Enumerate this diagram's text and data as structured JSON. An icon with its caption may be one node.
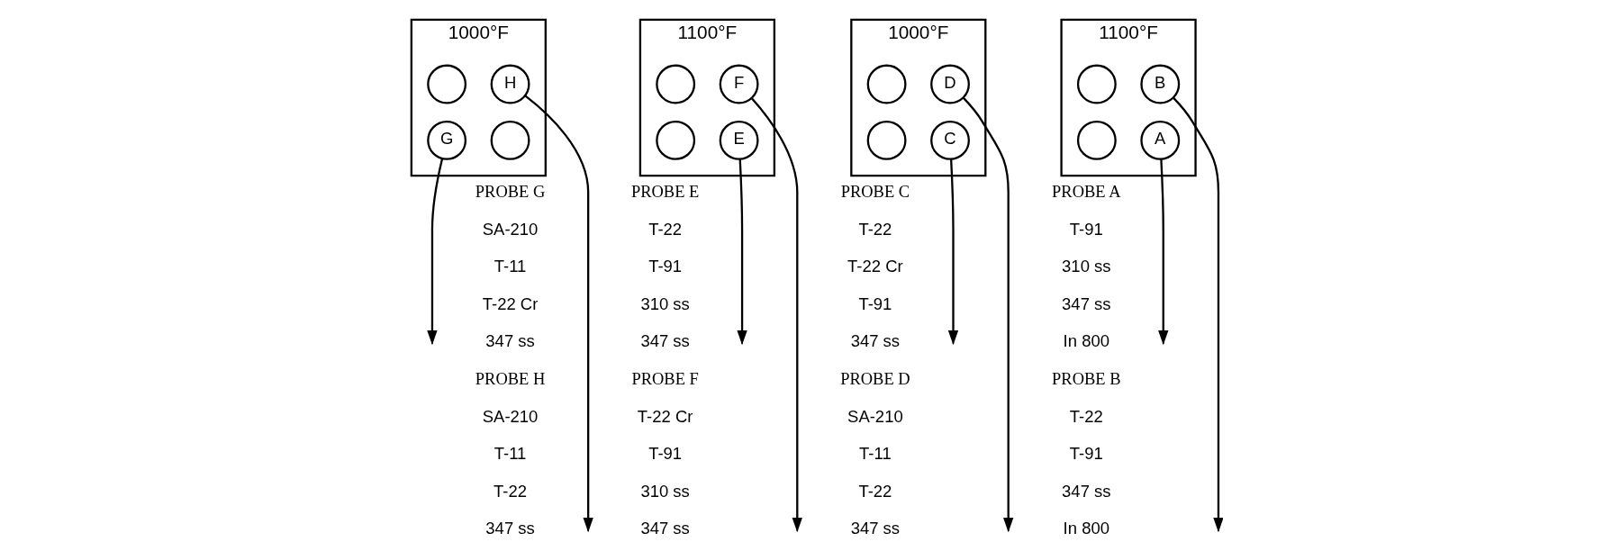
{
  "diagram": {
    "nodes": [
      {
        "text": [
          "1000°F"
        ]
      },
      {
        "text": [
          "H"
        ],
        "in": 0
      },
      {
        "text": [],
        "shape": "circle",
        "in": 0
      },
      {
        "text": [],
        "shape": "circle",
        "in": 0
      },
      {
        "text": [
          "G"
        ],
        "in": 0
      },
      {
        "text": [
          "1100°F"
        ]
      },
      {
        "text": [],
        "shape": "circle",
        "in": 5
      },
      {
        "text": [
          "F"
        ],
        "in": 5
      },
      {
        "text": [],
        "shape": "circle",
        "in": 5
      },
      {
        "text": [
          "E"
        ],
        "in": 5
      },
      {
        "text": [
          "1000°F"
        ]
      },
      {
        "text": [],
        "shape": "circle",
        "in": 10
      },
      {
        "text": [
          "D"
        ],
        "in": 10
      },
      {
        "text": [],
        "shape": "circle",
        "in": 10
      },
      {
        "text": [
          "C"
        ],
        "in": 10
      },
      {
        "text": [
          "1100°F"
        ]
      },
      {
        "text": [],
        "shape": "circle",
        "in": 15
      },
      {
        "text": [
          "B"
        ],
        "in": 15
      },
      {
        "text": [],
        "shape": "circle",
        "in": 15
      },
      {
        "text": [
          "A"
        ],
        "in": 15
      }
    ],
    "edges": [
      {
        "from": 1,
        "to": null,
        "arrow": "to"
      },
      {
        "from": 4,
        "to": null,
        "arrow": "to"
      },
      {
        "from": 7,
        "to": null,
        "arrow": "to"
      },
      {
        "from": 9,
        "to": null,
        "arrow": "to"
      },
      {
        "from": 12,
        "to": null,
        "arrow": "to"
      },
      {
        "from": 14,
        "to": null,
        "arrow": "to"
      },
      {
        "from": 17,
        "to": null,
        "arrow": "to"
      },
      {
        "from": 19,
        "to": null,
        "arrow": "to"
      }
    ],
    "labels": [
      "PROBE G",
      "SA-210",
      "T-11",
      "T-22 Cr",
      "347 ss",
      "PROBE H",
      "SA-210",
      "T-11",
      "T-22",
      "347 ss",
      "PROBE E",
      "T-22",
      "T-91",
      "310 ss",
      "347 ss",
      "PROBE F",
      "T-22 Cr",
      "T-91",
      "310 ss",
      "347 ss",
      "PROBE C",
      "T-22",
      "T-22 Cr",
      "T-91",
      "347 ss",
      "PROBE D",
      "SA-210",
      "T-11",
      "T-22",
      "347 ss",
      "PROBE A",
      "T-91",
      "310 ss",
      "347 ss",
      "In 800",
      "PROBE B",
      "T-22",
      "T-91",
      "347 ss",
      "In 800"
    ]
  }
}
